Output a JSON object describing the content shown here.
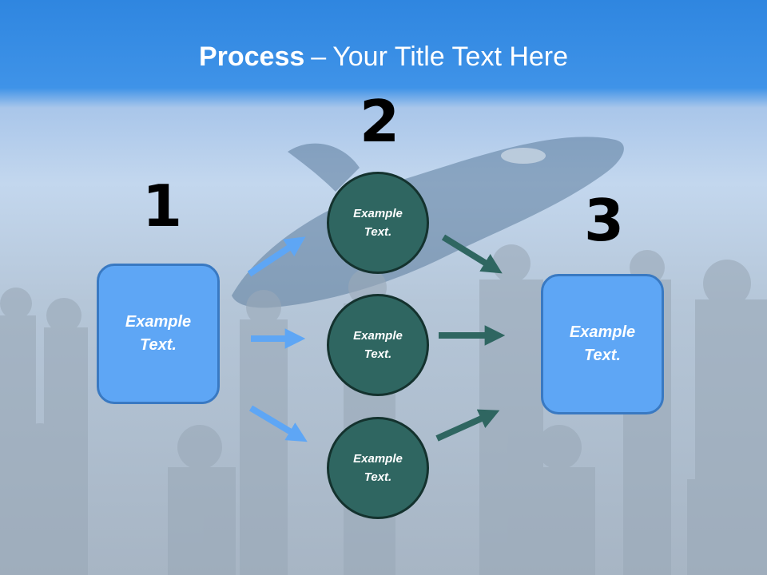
{
  "title": {
    "bold": "Process",
    "separator": "–",
    "rest": "Your Title Text Here"
  },
  "steps": [
    {
      "number": "1",
      "label": "Example\nText."
    },
    {
      "number": "2",
      "circles": [
        "Example\nText.",
        "Example\nText.",
        "Example\nText."
      ]
    },
    {
      "number": "3",
      "label": "Example\nText."
    }
  ],
  "colors": {
    "header": "#2f86e0",
    "box_fill": "#5ea6f5",
    "circle_fill": "#2f6661",
    "arrow_left": "#5ea6f5",
    "arrow_right": "#2f6661"
  }
}
